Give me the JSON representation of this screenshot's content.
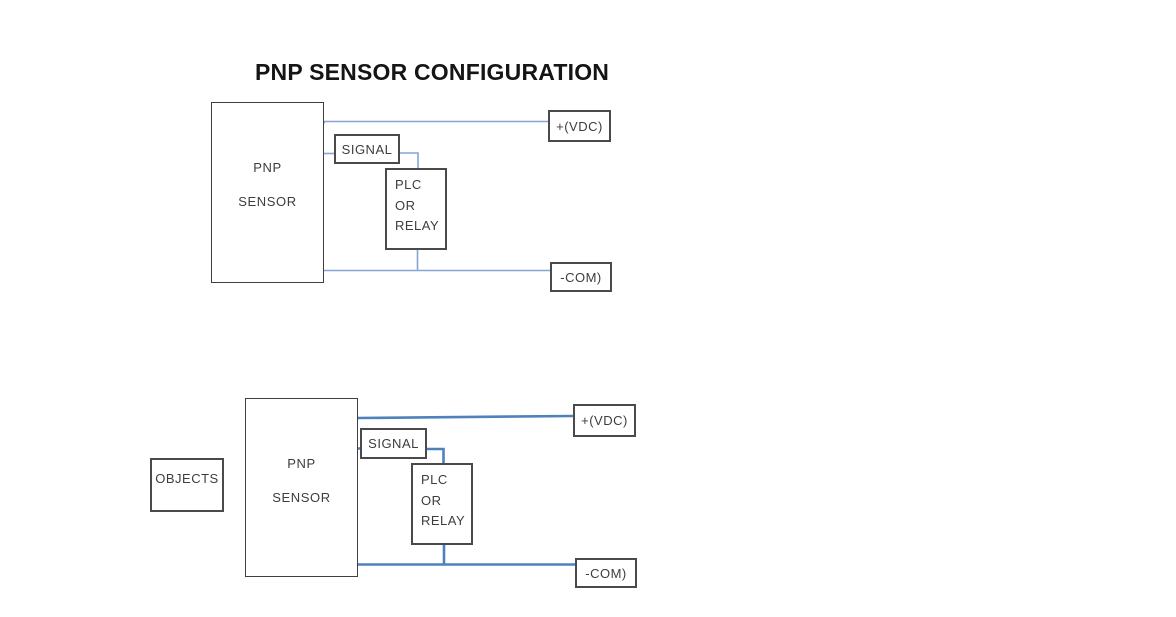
{
  "title": "PNP SENSOR CONFIGURATION",
  "colors": {
    "top_wire": "#85a6d1",
    "bottom_wire": "#4f81bd",
    "box_border": "#4a4a4a",
    "label_text": "#3d3d3d"
  },
  "top_diagram": {
    "sensor": {
      "line1": "PNP",
      "line2": "SENSOR"
    },
    "signal_label": "SIGNAL",
    "plc": {
      "lines": [
        "PLC",
        "OR",
        "RELAY"
      ]
    },
    "vdc_label": "+(VDC)",
    "com_label": "-COM)"
  },
  "bottom_diagram": {
    "objects_label": "OBJECTS",
    "sensor": {
      "line1": "PNP",
      "line2": "SENSOR"
    },
    "signal_label": "SIGNAL",
    "plc": {
      "lines": [
        "PLC",
        "OR",
        "RELAY"
      ]
    },
    "vdc_label": "+(VDC)",
    "com_label": "-COM)"
  }
}
